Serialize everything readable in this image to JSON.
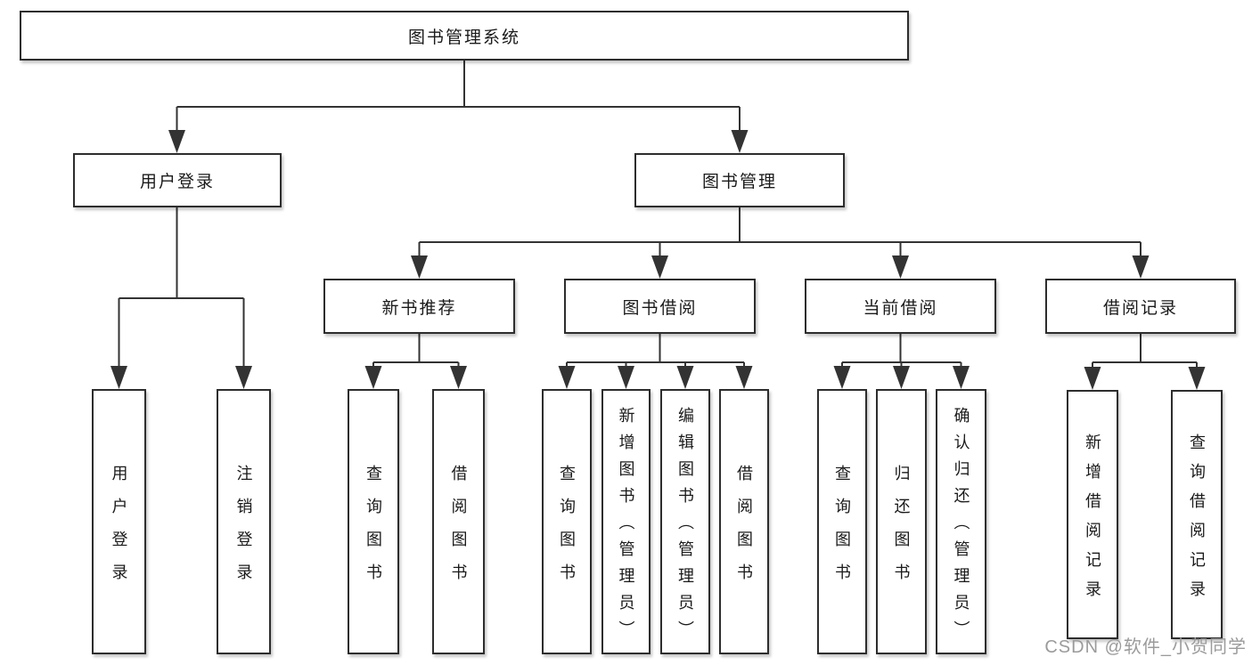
{
  "diagram_title": "图书管理系统",
  "nodes": {
    "root": "图书管理系统",
    "user_login": "用户登录",
    "book_mgmt": "图书管理",
    "new_book_rec": "新书推荐",
    "book_borrow": "图书借阅",
    "current_borrow": "当前借阅",
    "borrow_records": "借阅记录",
    "leaf_user_login": "用户登录",
    "leaf_logout": "注销登录",
    "leaf_nbr_query_book": "查询图书",
    "leaf_nbr_borrow_book": "借阅图书",
    "leaf_bb_query_book": "查询图书",
    "leaf_bb_add_book": "新增图书（管理员）",
    "leaf_bb_edit_book": "编辑图书（管理员）",
    "leaf_bb_borrow_book": "借阅图书",
    "leaf_cb_query_book": "查询图书",
    "leaf_cb_return_book": "归还图书",
    "leaf_cb_confirm_return": "确认归还（管理员）",
    "leaf_br_add_record": "新增借阅记录",
    "leaf_br_query_record": "查询借阅记录"
  },
  "tree": {
    "label": "图书管理系统",
    "children": [
      {
        "label": "用户登录",
        "children": [
          {
            "label": "用户登录"
          },
          {
            "label": "注销登录"
          }
        ]
      },
      {
        "label": "图书管理",
        "children": [
          {
            "label": "新书推荐",
            "children": [
              {
                "label": "查询图书"
              },
              {
                "label": "借阅图书"
              }
            ]
          },
          {
            "label": "图书借阅",
            "children": [
              {
                "label": "查询图书"
              },
              {
                "label": "新增图书（管理员）"
              },
              {
                "label": "编辑图书（管理员）"
              },
              {
                "label": "借阅图书"
              }
            ]
          },
          {
            "label": "当前借阅",
            "children": [
              {
                "label": "查询图书"
              },
              {
                "label": "归还图书"
              },
              {
                "label": "确认归还（管理员）"
              }
            ]
          },
          {
            "label": "借阅记录",
            "children": [
              {
                "label": "新增借阅记录"
              },
              {
                "label": "查询借阅记录"
              }
            ]
          }
        ]
      }
    ]
  },
  "watermark": {
    "text": "CSDN @软件_小贺同学"
  },
  "colors": {
    "background": "#ffffff",
    "box_fill": "#ffffff",
    "box_border": "#2d2d2d",
    "line": "#333333",
    "text": "#1a1a1a",
    "watermark": "#9b9b9b"
  }
}
